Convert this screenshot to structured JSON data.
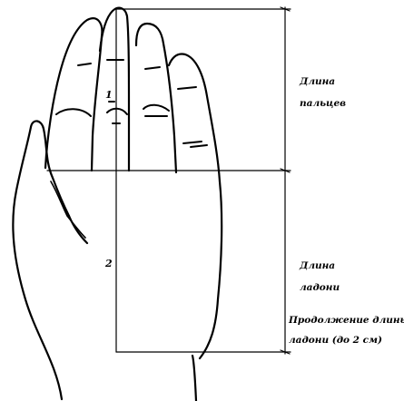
{
  "labels": {
    "finger_length_line1": "Длина",
    "finger_length_line2": "пальцев",
    "palm_length_line1": "Длина",
    "palm_length_line2": "ладони",
    "extension_line1": "Продолжение длины",
    "extension_line2": "ладони (до 2 см)",
    "marker_1": "1",
    "marker_2": "2"
  }
}
